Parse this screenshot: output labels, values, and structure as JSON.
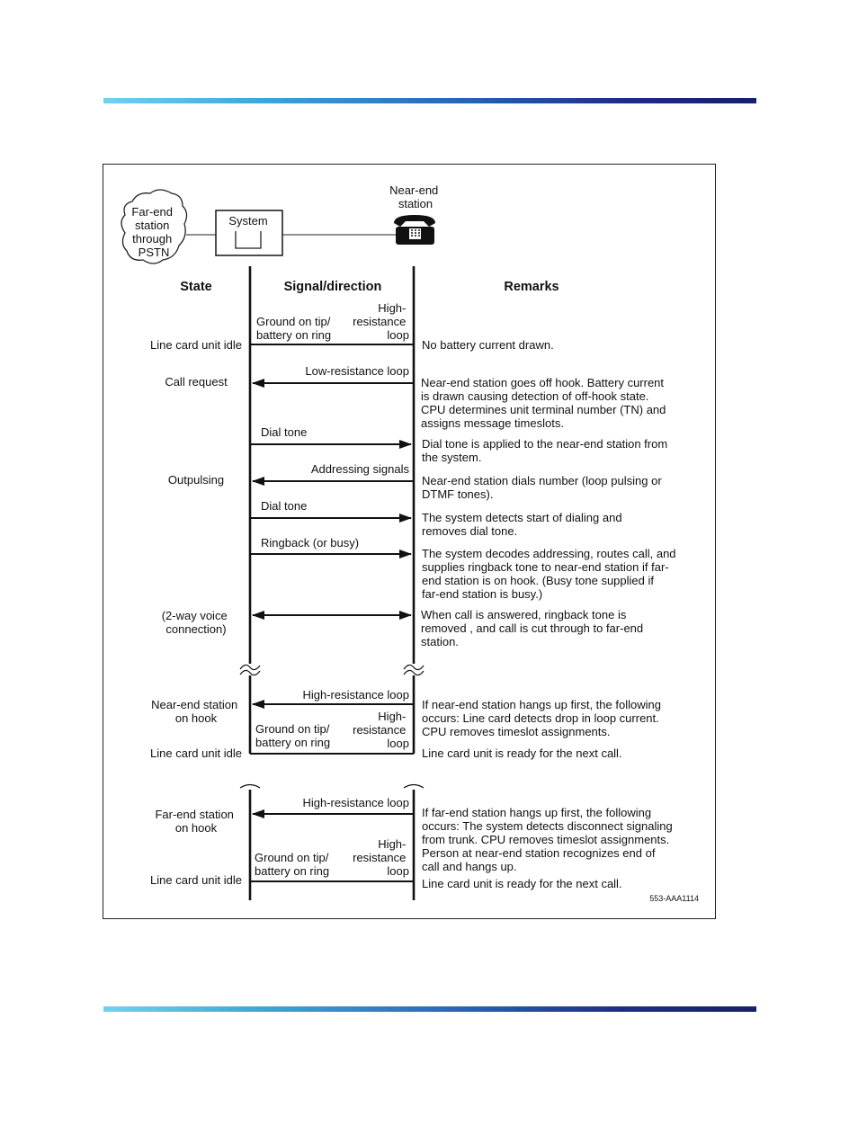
{
  "diagram": {
    "top_labels": {
      "far_end": [
        "Far-end",
        "station",
        "through",
        "PSTN"
      ],
      "system": "System",
      "near_end": [
        "Near-end",
        "station"
      ]
    },
    "headers": {
      "state": "State",
      "signal": "Signal/direction",
      "remarks": "Remarks"
    },
    "states": {
      "idle_1": "Line card unit idle",
      "call_request": "Call request",
      "outpulsing": "Outpulsing",
      "voice": [
        "(2-way voice",
        "connection)"
      ],
      "near_on_hook": [
        "Near-end station",
        "on hook"
      ],
      "idle_2": "Line card unit idle",
      "far_on_hook": [
        "Far-end station",
        "on hook"
      ],
      "idle_3": "Line card unit idle"
    },
    "signals": {
      "ground_1": [
        "Ground on tip/",
        "battery on ring"
      ],
      "hr_1": [
        "High-",
        "resistance",
        "loop"
      ],
      "low_res": "Low-resistance loop",
      "dial_tone_1": "Dial tone",
      "addressing": "Addressing signals",
      "dial_tone_2": "Dial tone",
      "ringback": "Ringback (or busy)",
      "hr_loop_2": "High-resistance loop",
      "hr_2": [
        "High-",
        "resistance",
        "loop"
      ],
      "ground_2": [
        "Ground on tip/",
        "battery on ring"
      ],
      "hr_loop_3": "High-resistance loop",
      "ground_3": [
        "Ground on tip/",
        "battery on ring"
      ],
      "hr_3": [
        "High-",
        "resistance",
        "loop"
      ]
    },
    "remarks": {
      "r1": [
        "No battery current drawn."
      ],
      "r2": [
        "Near-end station goes off hook. Battery current",
        "is drawn causing detection of off-hook state.",
        "CPU determines unit terminal number (TN) and",
        "assigns message timeslots."
      ],
      "r3": [
        "Dial tone is applied to the near-end station from",
        "the system."
      ],
      "r4": [
        "Near-end station dials number (loop pulsing or",
        "DTMF tones)."
      ],
      "r5": [
        "The system detects start of dialing and",
        "removes dial tone."
      ],
      "r6": [
        "The system decodes addressing, routes call, and",
        "supplies ringback tone to near-end station if far-",
        "end station is on hook. (Busy tone supplied if",
        "far-end station is busy.)"
      ],
      "r7": [
        "When call is answered, ringback tone is",
        "removed , and call is cut through to far-end",
        "station."
      ],
      "r8": [
        "If near-end station hangs up first, the following",
        "occurs: Line card detects drop in loop current.",
        "CPU removes timeslot assignments."
      ],
      "r9": [
        "Line card unit is ready for the next call."
      ],
      "r10": [
        "If far-end station hangs up first, the following",
        "occurs:  The system detects disconnect signaling",
        "from trunk. CPU removes timeslot assignments.",
        "Person at near-end station recognizes end of",
        "call and hangs up."
      ],
      "r11": [
        "Line card unit is ready for the next call."
      ]
    },
    "figure_id": "553-AAA1114"
  }
}
